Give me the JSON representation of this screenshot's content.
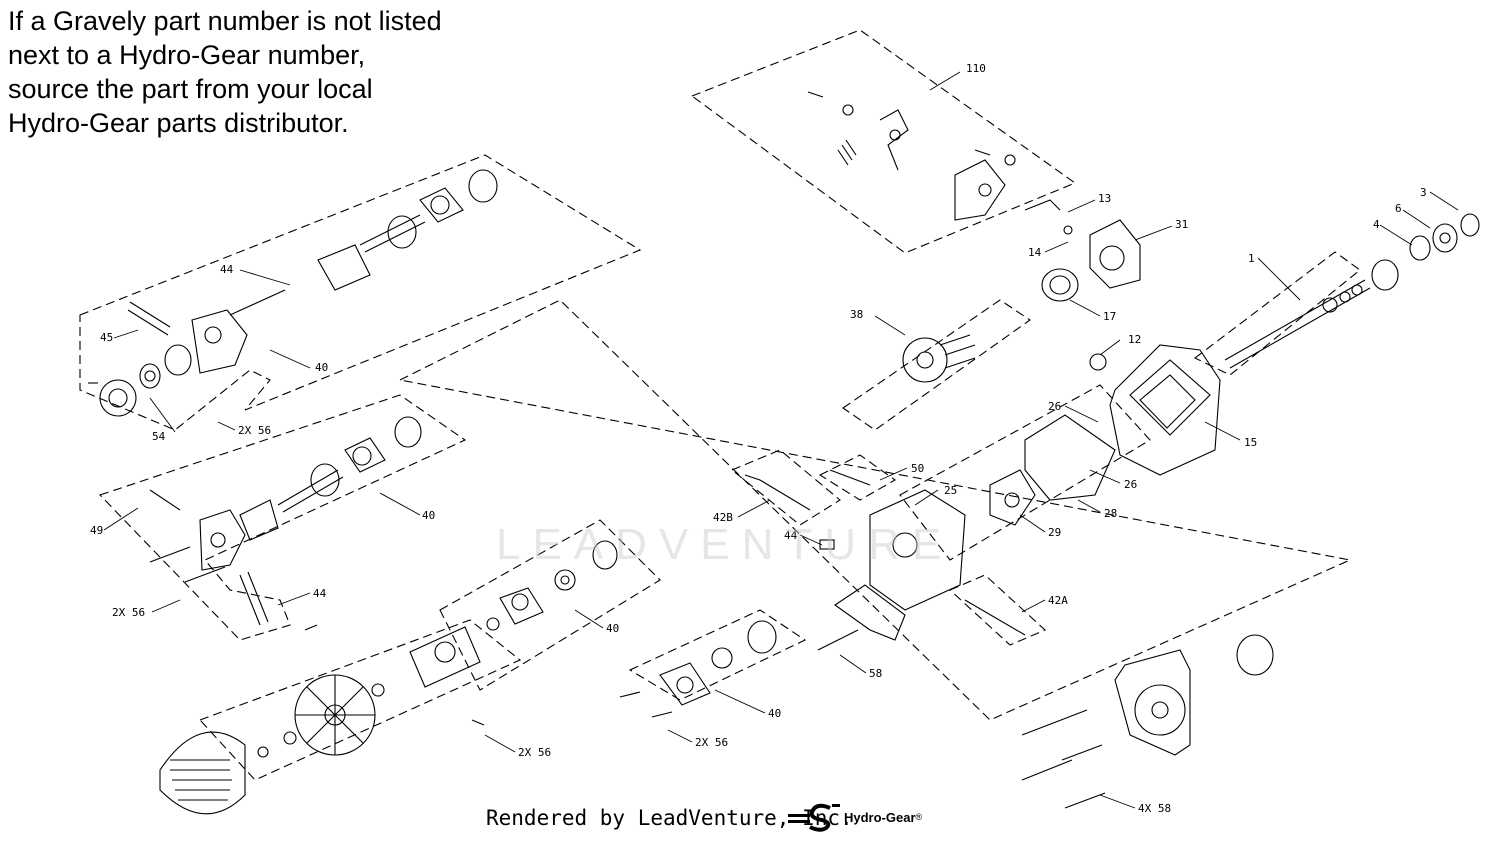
{
  "note": {
    "lines": [
      "If a Gravely part number is not listed",
      "next to a Hydro-Gear number,",
      "source the part from your local",
      "Hydro-Gear parts distributor."
    ]
  },
  "callouts": [
    {
      "id": "c110",
      "label": "110"
    },
    {
      "id": "c13",
      "label": "13"
    },
    {
      "id": "c14",
      "label": "14"
    },
    {
      "id": "c31",
      "label": "31"
    },
    {
      "id": "c3",
      "label": "3"
    },
    {
      "id": "c6",
      "label": "6"
    },
    {
      "id": "c4",
      "label": "4"
    },
    {
      "id": "c1",
      "label": "1"
    },
    {
      "id": "c17",
      "label": "17"
    },
    {
      "id": "c38",
      "label": "38"
    },
    {
      "id": "c12",
      "label": "12"
    },
    {
      "id": "c26a",
      "label": "26"
    },
    {
      "id": "c15",
      "label": "15"
    },
    {
      "id": "c26b",
      "label": "26"
    },
    {
      "id": "c28",
      "label": "28"
    },
    {
      "id": "c50",
      "label": "50"
    },
    {
      "id": "c25",
      "label": "25"
    },
    {
      "id": "c42b",
      "label": "42B"
    },
    {
      "id": "c44c",
      "label": "44"
    },
    {
      "id": "c29",
      "label": "29"
    },
    {
      "id": "c42a",
      "label": "42A"
    },
    {
      "id": "c44a",
      "label": "44"
    },
    {
      "id": "c45",
      "label": "45"
    },
    {
      "id": "c40a",
      "label": "40"
    },
    {
      "id": "c54",
      "label": "54"
    },
    {
      "id": "c56a",
      "label": "2X 56"
    },
    {
      "id": "c49",
      "label": "49"
    },
    {
      "id": "c40b",
      "label": "40"
    },
    {
      "id": "c56b",
      "label": "2X 56"
    },
    {
      "id": "c44b",
      "label": "44"
    },
    {
      "id": "c40c",
      "label": "40"
    },
    {
      "id": "c58a",
      "label": "58"
    },
    {
      "id": "c40d",
      "label": "40"
    },
    {
      "id": "c56c",
      "label": "2X 56"
    },
    {
      "id": "c56d",
      "label": "2X 56"
    },
    {
      "id": "c58b",
      "label": "4X 58"
    }
  ],
  "footer": {
    "rendered_by": "Rendered by LeadVenture, Inc.",
    "brand": "Hydro-Gear",
    "registered": "®"
  },
  "watermark": "LEADVENTURE",
  "colors": {
    "ink": "#000000",
    "watermark": "#c8c8c8"
  }
}
